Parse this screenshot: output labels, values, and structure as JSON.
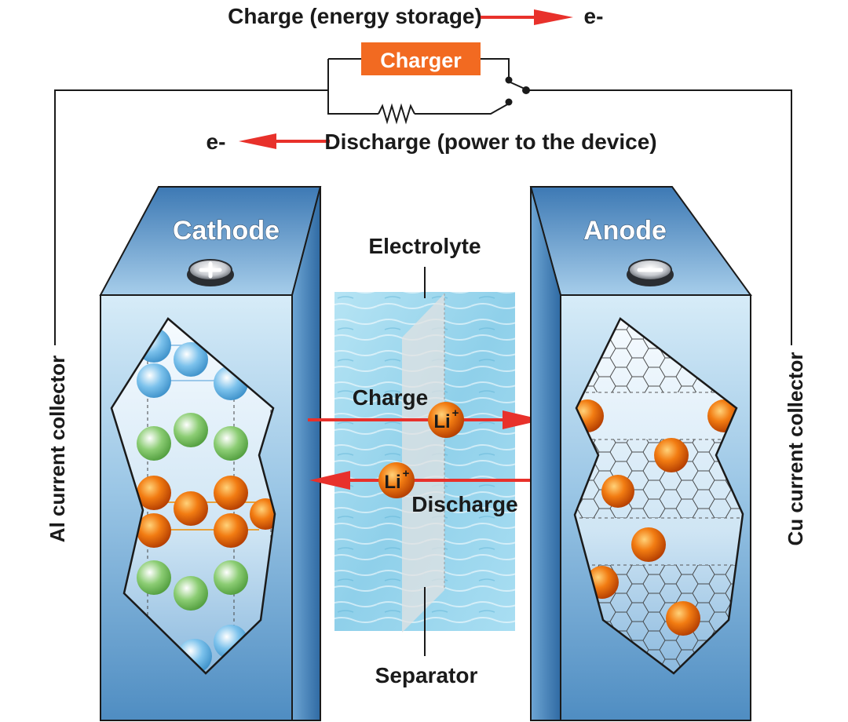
{
  "labels": {
    "charge_direction": "Charge (energy storage)",
    "discharge_direction": "Discharge (power to the device)",
    "electron_top": "e-",
    "electron_mid": "e-",
    "charger": "Charger",
    "cathode": "Cathode",
    "anode": "Anode",
    "electrolyte": "Electrolyte",
    "separator": "Separator",
    "charge_arrow": "Charge",
    "discharge_arrow": "Discharge",
    "li_ion": "Li",
    "li_ion_2": "Li",
    "li_charge": "+",
    "left_collector": "Al current collector",
    "right_collector": "Cu current collector"
  },
  "colors": {
    "arrow_red": "#e8312b",
    "charger_box": "#f26a21",
    "electrode_blue": "#5c96c8",
    "electrolyte_water": "#a7dcef",
    "separator_gray": "#d8d8d8",
    "li_ion_orange": "#f07a10",
    "cathode_blue_atom": "#6fb6e6",
    "cathode_green_atom": "#7cc66a",
    "graphite_line": "#333333"
  },
  "icons": {
    "cathode_terminal": "plus-terminal-icon",
    "anode_terminal": "minus-terminal-icon",
    "resistor": "resistor-icon",
    "switch": "switch-icon"
  }
}
